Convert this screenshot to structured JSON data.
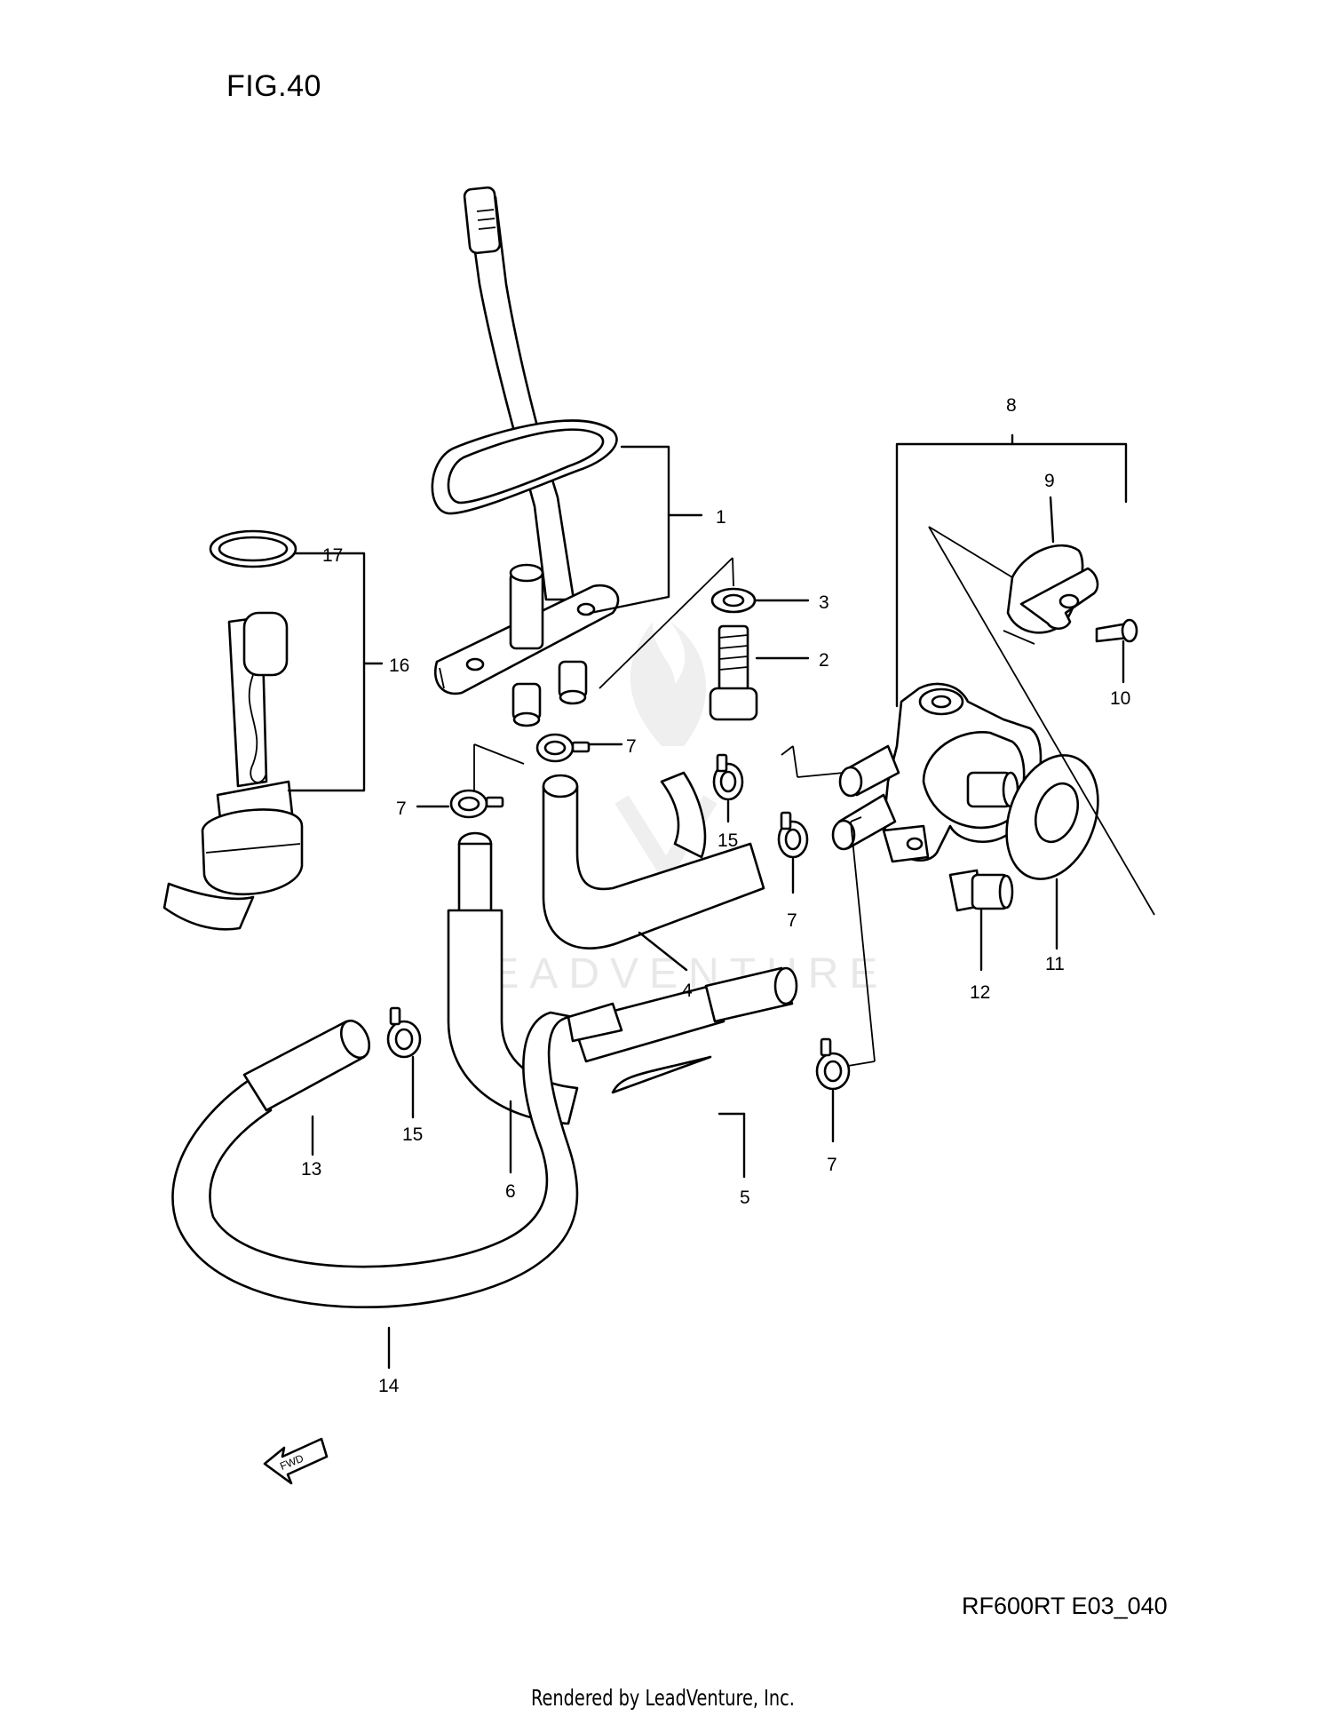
{
  "figure": {
    "title": "FIG.40",
    "code": "RF600RT E03_040",
    "credit": "Rendered by LeadVenture, Inc.",
    "watermark": "LEADVENTURE",
    "fwd_label": "FWD"
  },
  "callouts": {
    "c1": "1",
    "c2": "2",
    "c3": "3",
    "c4": "4",
    "c5": "5",
    "c6": "6",
    "c7a": "7",
    "c7b": "7",
    "c7c": "7",
    "c7d": "7",
    "c8": "8",
    "c9": "9",
    "c10": "10",
    "c11": "11",
    "c12": "12",
    "c13": "13",
    "c14": "14",
    "c15a": "15",
    "c15b": "15",
    "c16": "16",
    "c17": "17"
  },
  "colors": {
    "line": "#000000",
    "background": "#ffffff",
    "watermark": "#e6e6e6"
  }
}
